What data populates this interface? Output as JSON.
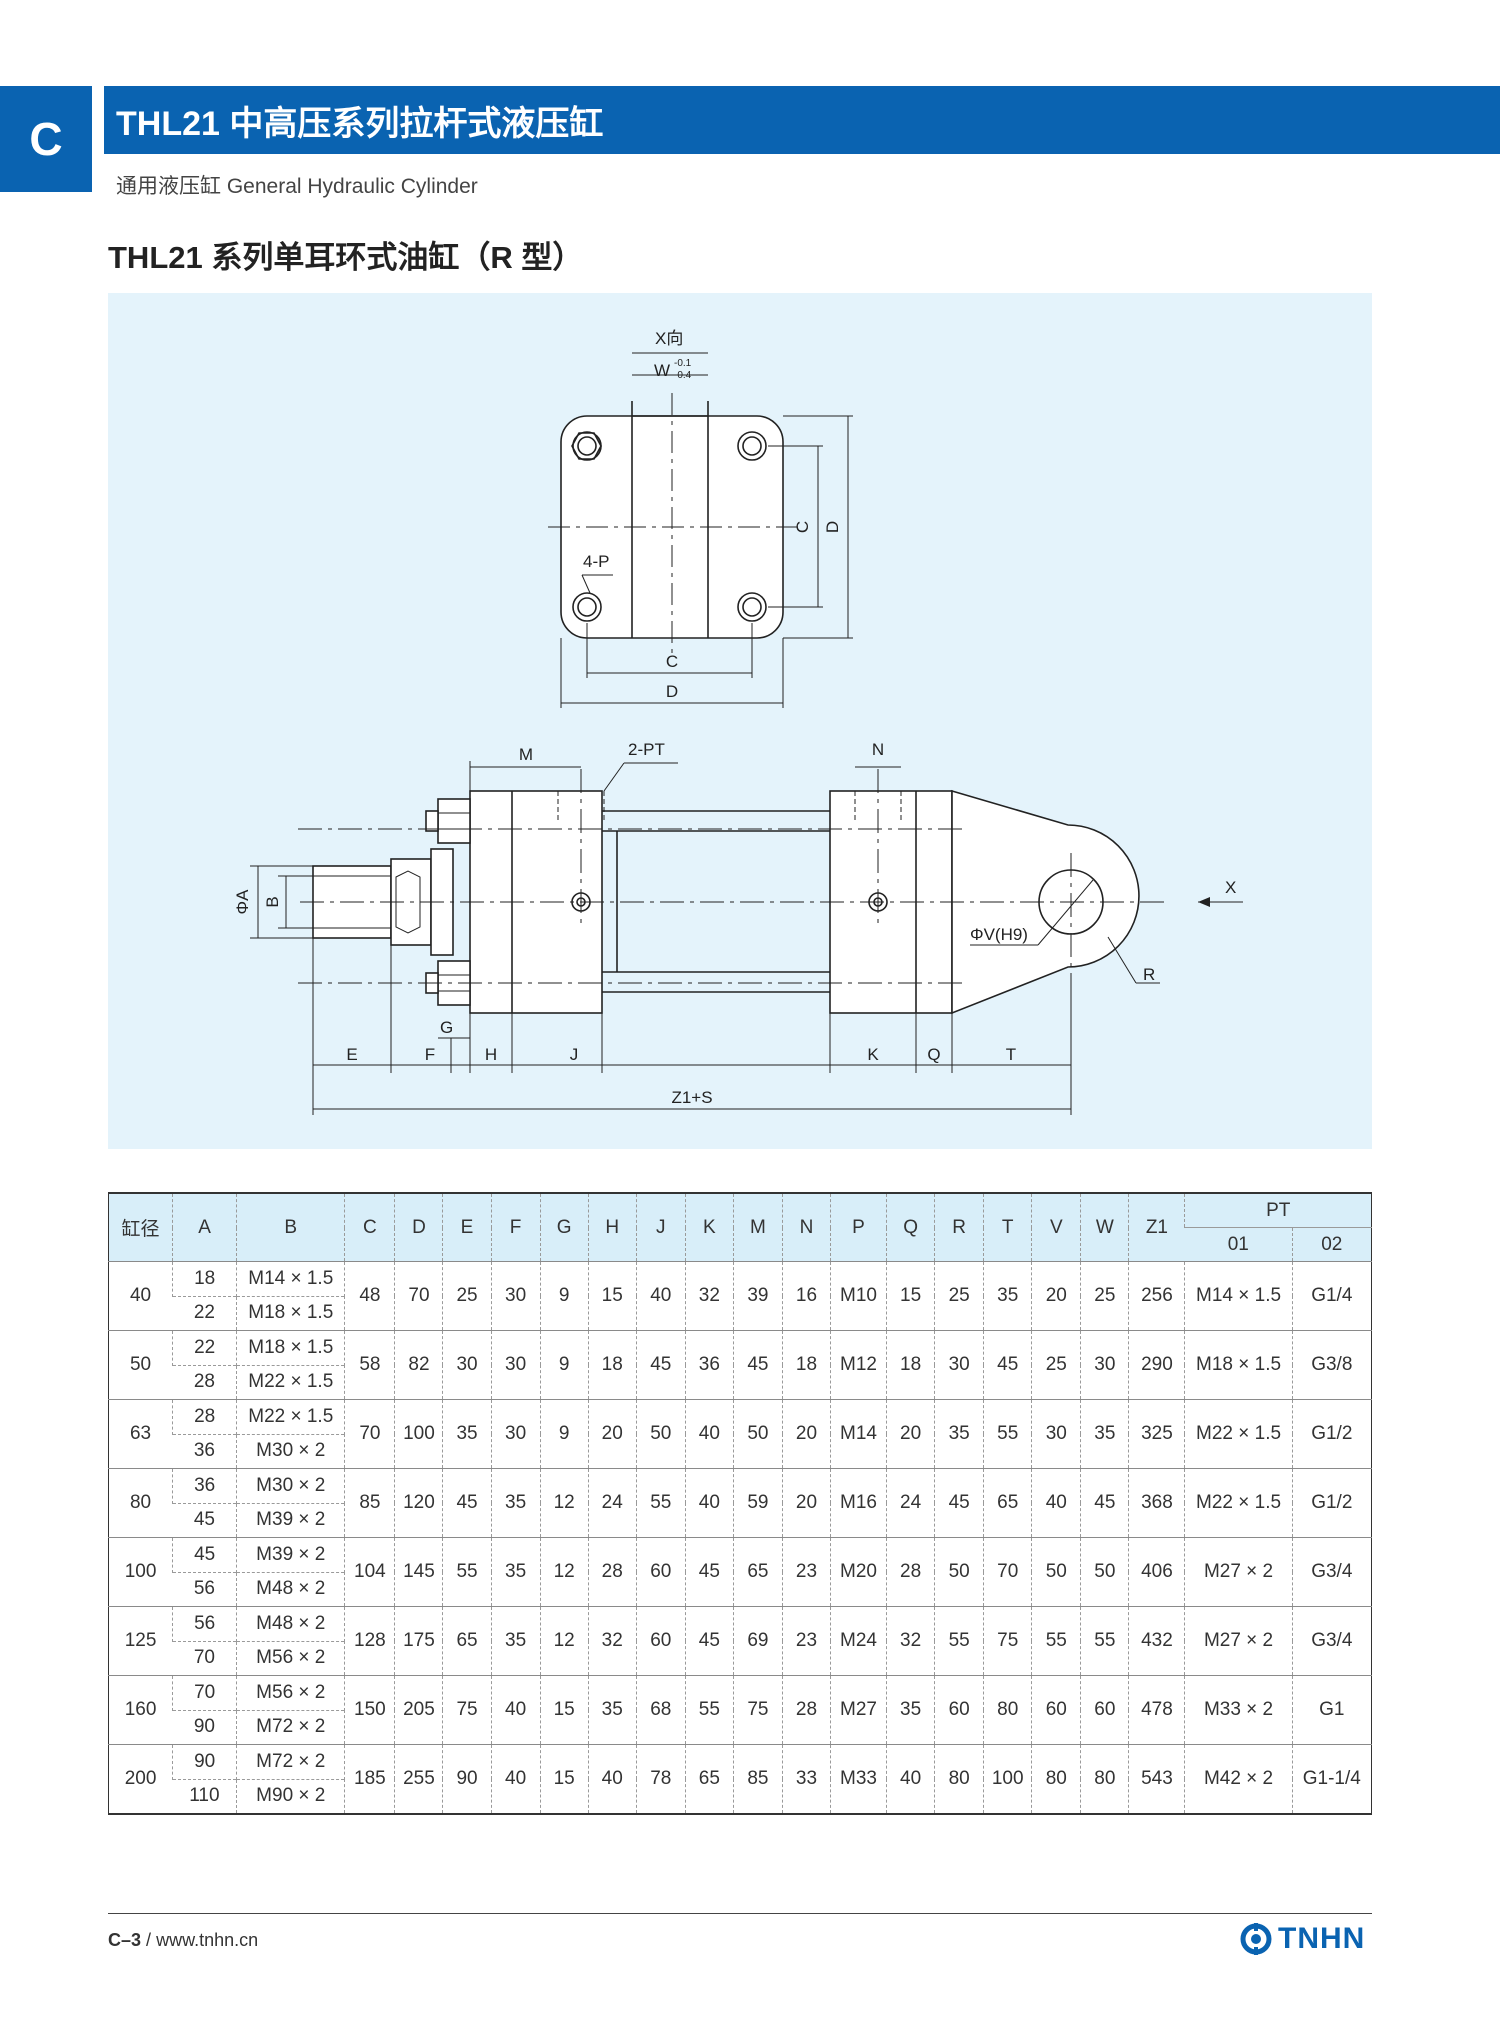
{
  "section": {
    "letter": "C"
  },
  "header": {
    "title": "THL21 中高压系列拉杆式液压缸",
    "subtitle": "通用液压缸 General Hydraulic Cylinder"
  },
  "page_title": "THL21 系列单耳环式油缸（R 型）",
  "drawing": {
    "labels": {
      "view_x": "X向",
      "w": "W",
      "w_tol_upper": "-0.1",
      "w_tol_lower": "-0.4",
      "c": "C",
      "d": "D",
      "p4": "4-P",
      "m": "M",
      "pt2": "2-PT",
      "n": "N",
      "phi_a": "ΦA",
      "b": "B",
      "x": "X",
      "phi_v": "ΦV(H9)",
      "r": "R",
      "g": "G",
      "e": "E",
      "f": "F",
      "h": "H",
      "j": "J",
      "k": "K",
      "q": "Q",
      "t": "T",
      "z1s": "Z1+S"
    }
  },
  "table": {
    "headers": [
      "缸径",
      "A",
      "B",
      "C",
      "D",
      "E",
      "F",
      "G",
      "H",
      "J",
      "K",
      "M",
      "N",
      "P",
      "Q",
      "R",
      "T",
      "V",
      "W",
      "Z1"
    ],
    "pt_header": "PT",
    "pt_sub": [
      "01",
      "02"
    ],
    "rows": [
      {
        "bore": "40",
        "a": [
          "18",
          "22"
        ],
        "b": [
          "M14 × 1.5",
          "M18 × 1.5"
        ],
        "vals": [
          "48",
          "70",
          "25",
          "30",
          "9",
          "15",
          "40",
          "32",
          "39",
          "16",
          "M10",
          "15",
          "25",
          "35",
          "20",
          "25",
          "256"
        ],
        "pt01": "M14 × 1.5",
        "pt02": "G1/4"
      },
      {
        "bore": "50",
        "a": [
          "22",
          "28"
        ],
        "b": [
          "M18 × 1.5",
          "M22 × 1.5"
        ],
        "vals": [
          "58",
          "82",
          "30",
          "30",
          "9",
          "18",
          "45",
          "36",
          "45",
          "18",
          "M12",
          "18",
          "30",
          "45",
          "25",
          "30",
          "290"
        ],
        "pt01": "M18 × 1.5",
        "pt02": "G3/8"
      },
      {
        "bore": "63",
        "a": [
          "28",
          "36"
        ],
        "b": [
          "M22 × 1.5",
          "M30 × 2"
        ],
        "vals": [
          "70",
          "100",
          "35",
          "30",
          "9",
          "20",
          "50",
          "40",
          "50",
          "20",
          "M14",
          "20",
          "35",
          "55",
          "30",
          "35",
          "325"
        ],
        "pt01": "M22 × 1.5",
        "pt02": "G1/2"
      },
      {
        "bore": "80",
        "a": [
          "36",
          "45"
        ],
        "b": [
          "M30 × 2",
          "M39 × 2"
        ],
        "vals": [
          "85",
          "120",
          "45",
          "35",
          "12",
          "24",
          "55",
          "40",
          "59",
          "20",
          "M16",
          "24",
          "45",
          "65",
          "40",
          "45",
          "368"
        ],
        "pt01": "M22 × 1.5",
        "pt02": "G1/2"
      },
      {
        "bore": "100",
        "a": [
          "45",
          "56"
        ],
        "b": [
          "M39 × 2",
          "M48 × 2"
        ],
        "vals": [
          "104",
          "145",
          "55",
          "35",
          "12",
          "28",
          "60",
          "45",
          "65",
          "23",
          "M20",
          "28",
          "50",
          "70",
          "50",
          "50",
          "406"
        ],
        "pt01": "M27 × 2",
        "pt02": "G3/4"
      },
      {
        "bore": "125",
        "a": [
          "56",
          "70"
        ],
        "b": [
          "M48 × 2",
          "M56 × 2"
        ],
        "vals": [
          "128",
          "175",
          "65",
          "35",
          "12",
          "32",
          "60",
          "45",
          "69",
          "23",
          "M24",
          "32",
          "55",
          "75",
          "55",
          "55",
          "432"
        ],
        "pt01": "M27 × 2",
        "pt02": "G3/4"
      },
      {
        "bore": "160",
        "a": [
          "70",
          "90"
        ],
        "b": [
          "M56 × 2",
          "M72 × 2"
        ],
        "vals": [
          "150",
          "205",
          "75",
          "40",
          "15",
          "35",
          "68",
          "55",
          "75",
          "28",
          "M27",
          "35",
          "60",
          "80",
          "60",
          "60",
          "478"
        ],
        "pt01": "M33 × 2",
        "pt02": "G1"
      },
      {
        "bore": "200",
        "a": [
          "90",
          "110"
        ],
        "b": [
          "M72 × 2",
          "M90 × 2"
        ],
        "vals": [
          "185",
          "255",
          "90",
          "40",
          "15",
          "40",
          "78",
          "65",
          "85",
          "33",
          "M33",
          "40",
          "80",
          "100",
          "80",
          "80",
          "543"
        ],
        "pt01": "M42 × 2",
        "pt02": "G1-1/4"
      }
    ]
  },
  "footer": {
    "page": "C–3",
    "sep": "/",
    "url": "www.tnhn.cn",
    "brand": "TNHN"
  },
  "colors": {
    "accent": "#0a63b1",
    "panel_bg": "#e4f3fb",
    "table_header_bg": "#d8eef9"
  }
}
